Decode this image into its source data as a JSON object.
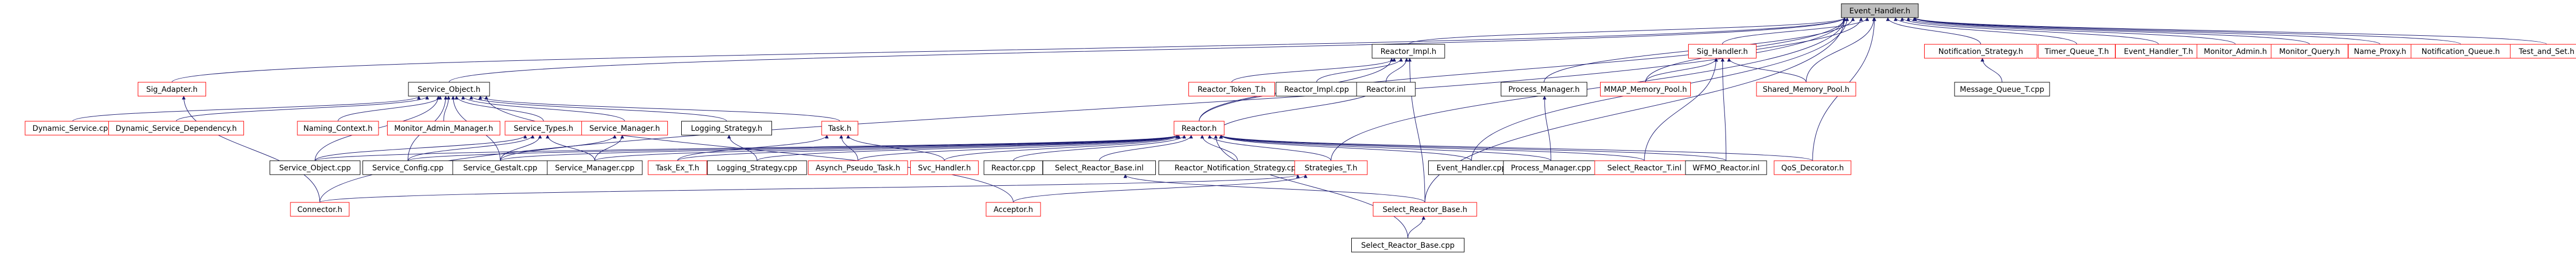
{
  "colors": {
    "root_fill": "#bfbfbf",
    "root_border": "#000000",
    "undocumented_border": "#ff0000",
    "documented_border": "#000000",
    "edge": "#191970"
  },
  "nodes": {
    "event_handler_h": "Event_Handler.h",
    "sig_adapter_h": "Sig_Adapter.h",
    "service_object_h": "Service_Object.h",
    "reactor_impl_h": "Reactor_Impl.h",
    "sig_handler_h": "Sig_Handler.h",
    "notification_strategy_h": "Notification_Strategy.h",
    "timer_queue_t_h": "Timer_Queue_T.h",
    "event_handler_t_h": "Event_Handler_T.h",
    "monitor_admin_h": "Monitor_Admin.h",
    "monitor_query_h": "Monitor_Query.h",
    "name_proxy_h": "Name_Proxy.h",
    "notification_queue_h": "Notification_Queue.h",
    "test_and_set_h": "Test_and_Set.h",
    "reactor_token_t_h": "Reactor_Token_T.h",
    "reactor_impl_cpp": "Reactor_Impl.cpp",
    "reactor_inl": "Reactor.inl",
    "process_manager_h": "Process_Manager.h",
    "mmap_memory_pool_h": "MMAP_Memory_Pool.h",
    "shared_memory_pool_h": "Shared_Memory_Pool.h",
    "message_queue_t_cpp": "Message_Queue_T.cpp",
    "dynamic_service_cpp": "Dynamic_Service.cpp",
    "dynamic_service_dependency_h": "Dynamic_Service_Dependency.h",
    "naming_context_h": "Naming_Context.h",
    "monitor_admin_manager_h": "Monitor_Admin_Manager.h",
    "service_types_h": "Service_Types.h",
    "service_manager_h": "Service_Manager.h",
    "logging_strategy_h": "Logging_Strategy.h",
    "task_h": "Task.h",
    "reactor_h": "Reactor.h",
    "service_object_cpp": "Service_Object.cpp",
    "service_config_cpp": "Service_Config.cpp",
    "service_gestalt_cpp": "Service_Gestalt.cpp",
    "service_manager_cpp": "Service_Manager.cpp",
    "task_ex_t_h": "Task_Ex_T.h",
    "logging_strategy_cpp": "Logging_Strategy.cpp",
    "asynch_pseudo_task_h": "Asynch_Pseudo_Task.h",
    "svc_handler_h": "Svc_Handler.h",
    "reactor_cpp": "Reactor.cpp",
    "select_reactor_base_inl": "Select_Reactor_Base.inl",
    "reactor_notification_strategy_cpp": "Reactor_Notification_Strategy.cpp",
    "strategies_t_h": "Strategies_T.h",
    "event_handler_cpp": "Event_Handler.cpp",
    "process_manager_cpp": "Process_Manager.cpp",
    "select_reactor_t_inl": "Select_Reactor_T.inl",
    "wfmo_reactor_inl": "WFMO_Reactor.inl",
    "qos_decorator_h": "QoS_Decorator.h",
    "connector_h": "Connector.h",
    "acceptor_h": "Acceptor.h",
    "select_reactor_base_h": "Select_Reactor_Base.h",
    "select_reactor_base_cpp": "Select_Reactor_Base.cpp"
  }
}
